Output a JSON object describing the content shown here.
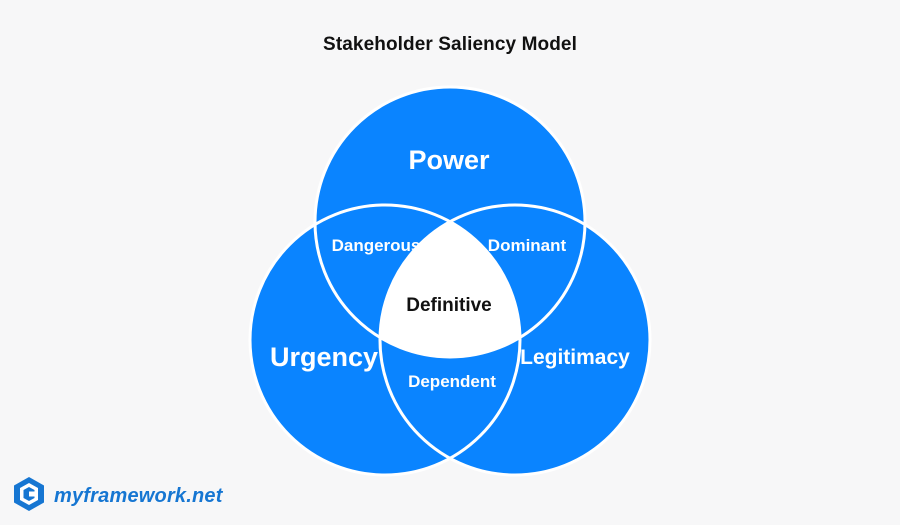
{
  "title": "Stakeholder Saliency Model",
  "diagram": {
    "sets": {
      "power": "Power",
      "urgency": "Urgency",
      "legitimacy": "Legitimacy"
    },
    "overlaps": {
      "power_urgency": "Dangerous",
      "power_legitimacy": "Dominant",
      "urgency_legitimacy": "Dependent",
      "all_three": "Definitive"
    }
  },
  "colors": {
    "circle_fill": "#0a84ff",
    "circle_outline": "#ffffff",
    "center_fill": "#ffffff",
    "background": "#f7f7f8",
    "brand": "#1676d2"
  },
  "brand": {
    "icon": "myframework-logo-icon",
    "text": "myframework.net"
  }
}
